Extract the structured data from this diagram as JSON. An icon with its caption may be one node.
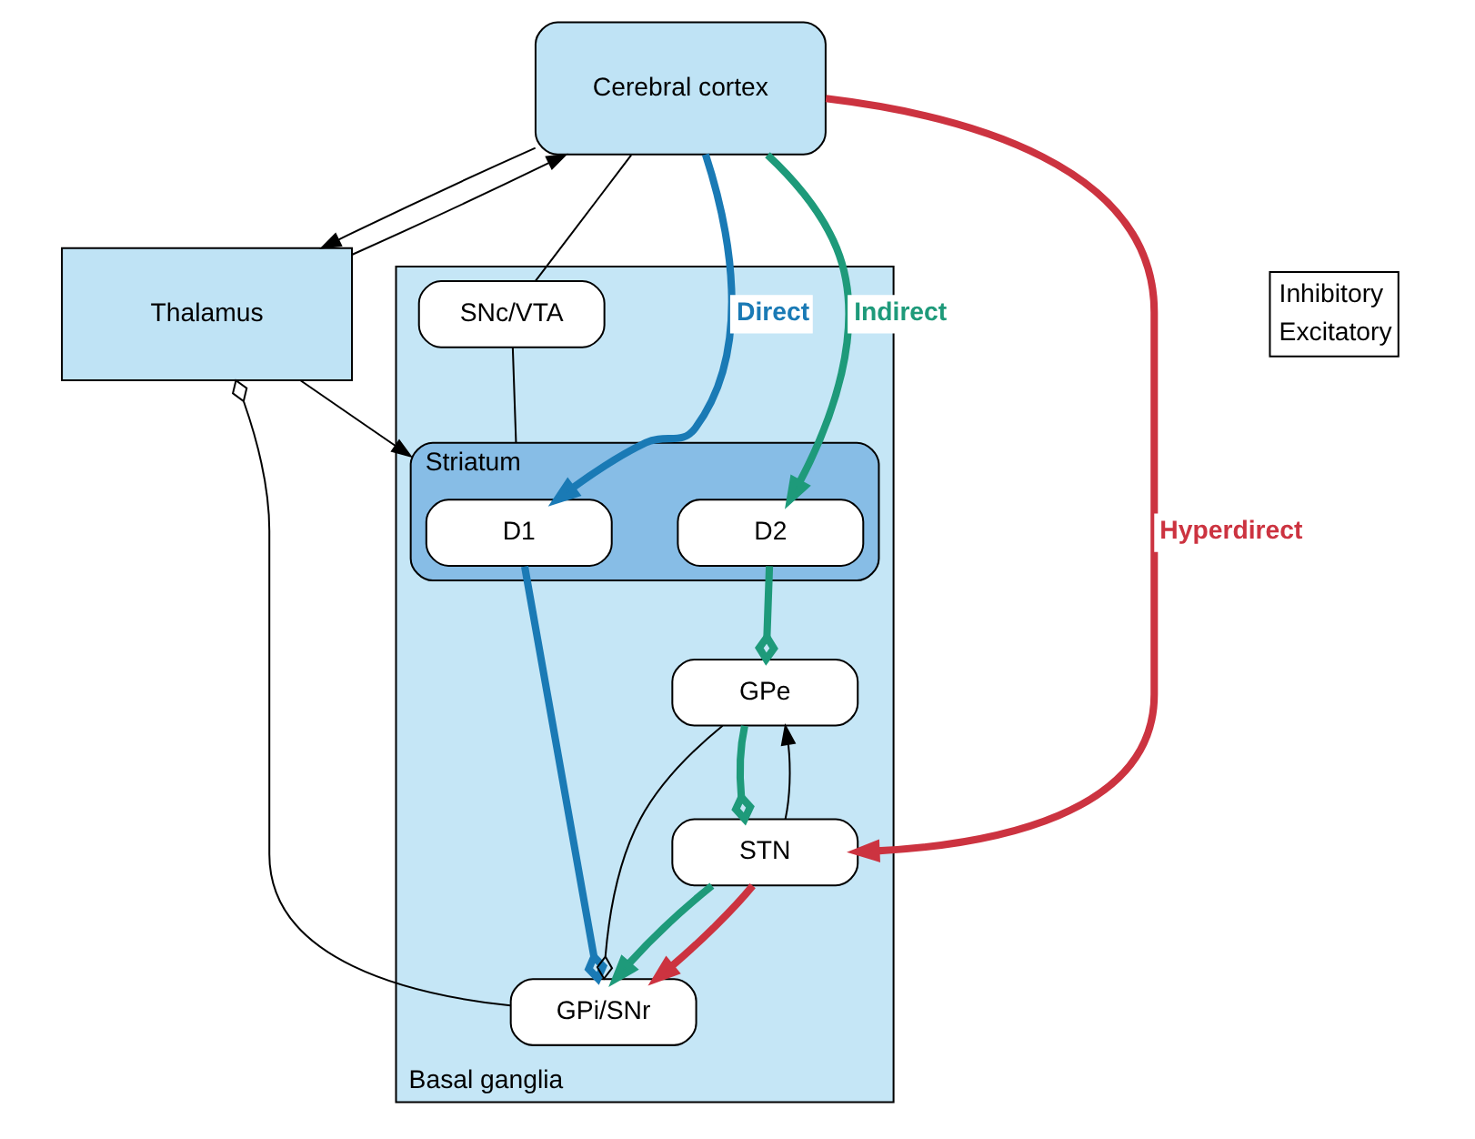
{
  "diagram": {
    "nodes": [
      {
        "text": [
          "Cerebral cortex"
        ]
      },
      {
        "text": [
          "Thalamus"
        ]
      },
      {
        "text": [
          "Basal ganglia"
        ]
      },
      {
        "text": [
          "Striatum"
        ],
        "in": 2
      },
      {
        "text": [
          "D1"
        ],
        "in": 3
      },
      {
        "text": [
          "D2"
        ],
        "in": 3
      },
      {
        "text": [
          "SNc/VTA"
        ],
        "in": 2
      },
      {
        "text": [
          "GPi/SNr"
        ],
        "in": 2
      },
      {
        "text": [
          "GPe"
        ],
        "in": 2
      },
      {
        "text": [
          "STN"
        ],
        "in": 2
      }
    ],
    "edges": [
      {
        "from": 0,
        "to": 4,
        "arrow": "to",
        "label": "Direct",
        "style": "thick",
        "color": "#1a7ab5"
      },
      {
        "from": 0,
        "to": 5,
        "arrow": "to",
        "label": "Indirect",
        "style": "thick",
        "color": "#1e9a7a"
      },
      {
        "from": 0,
        "to": 9,
        "arrow": "to",
        "label": "Hyperdirect",
        "style": "thick",
        "color": "#cc3340"
      },
      {
        "from": 0,
        "to": 1,
        "arrow": "to"
      },
      {
        "from": 1,
        "to": 0,
        "arrow": "to"
      },
      {
        "from": 0,
        "to": 6,
        "arrow": "none"
      },
      {
        "from": 1,
        "to": 3,
        "arrow": "to"
      },
      {
        "from": 6,
        "to": 3,
        "arrow": "none"
      },
      {
        "from": 4,
        "to": 7,
        "arrow": "other",
        "style": "thick",
        "color": "#1a7ab5"
      },
      {
        "from": 5,
        "to": 8,
        "arrow": "other",
        "style": "thick",
        "color": "#1e9a7a"
      },
      {
        "from": 8,
        "to": 7,
        "arrow": "other"
      },
      {
        "from": 7,
        "to": 1,
        "arrow": "other"
      },
      {
        "from": 9,
        "to": 8,
        "arrow": "to"
      },
      {
        "from": 8,
        "to": 9,
        "arrow": "other",
        "style": "thick",
        "color": "#1e9a7a"
      },
      {
        "from": 9,
        "to": 7,
        "arrow": "to",
        "style": "thick",
        "color": "#1e9a7a"
      },
      {
        "from": 9,
        "to": 7,
        "arrow": "to",
        "style": "thick",
        "color": "#cc3340"
      }
    ],
    "legend": [
      {
        "text": "Inhibitory"
      },
      {
        "text": "Excitatory"
      }
    ]
  }
}
